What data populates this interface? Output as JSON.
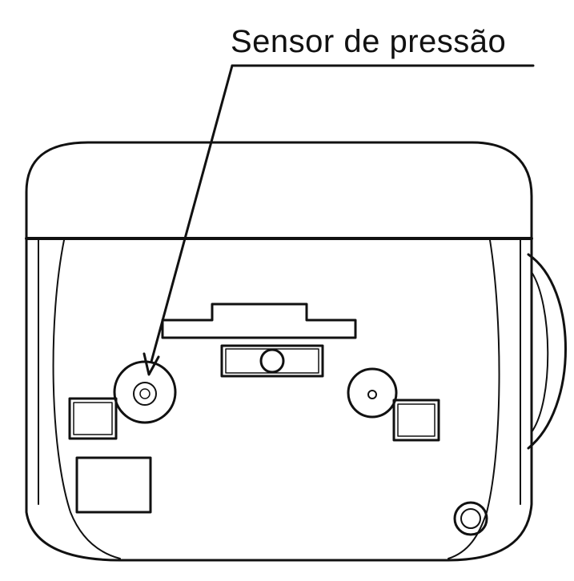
{
  "diagram": {
    "callout": {
      "label": "Sensor de pressão"
    },
    "colors": {
      "line": "#111111",
      "background": "#ffffff"
    },
    "parts": [
      {
        "name": "device-body"
      },
      {
        "name": "top-cover"
      },
      {
        "name": "side-wheel"
      },
      {
        "name": "pressure-sensor"
      },
      {
        "name": "center-slot"
      },
      {
        "name": "right-roller"
      },
      {
        "name": "left-square-button"
      },
      {
        "name": "right-square-button"
      },
      {
        "name": "label-panel"
      },
      {
        "name": "screw-hole"
      }
    ]
  }
}
